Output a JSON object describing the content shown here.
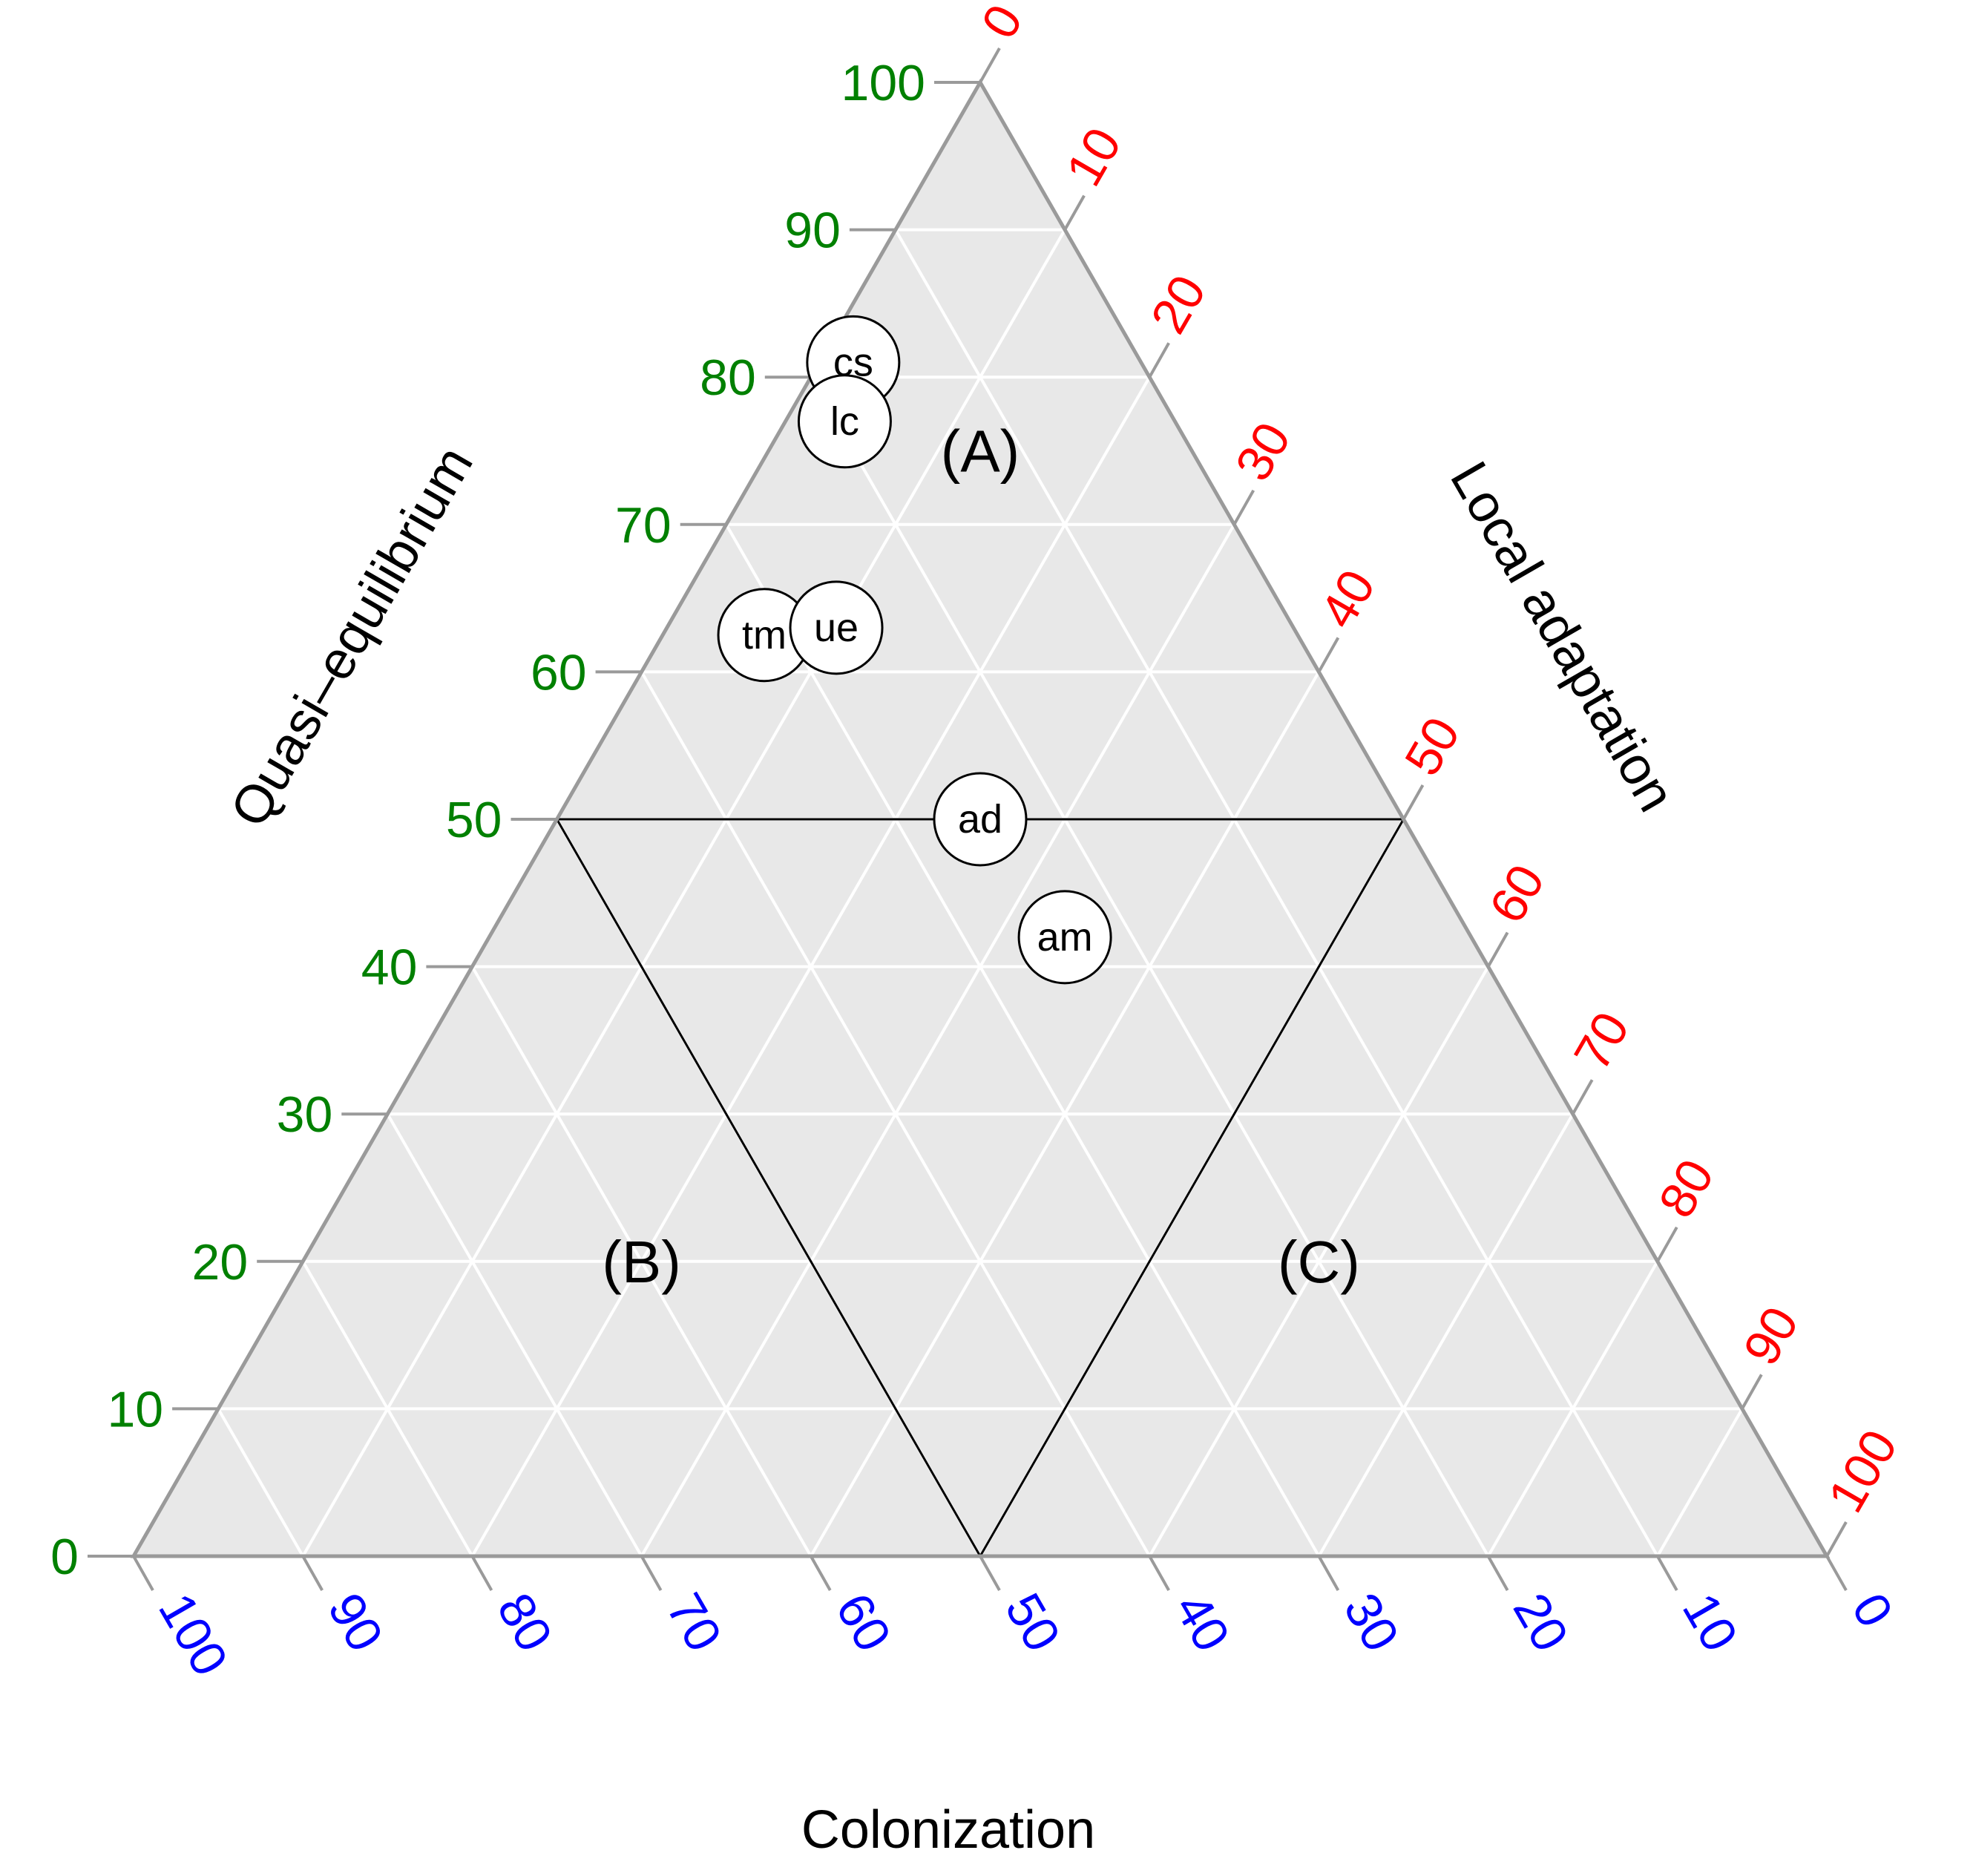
{
  "chart_data": {
    "type": "ternary-scatter",
    "axes": {
      "left": {
        "title": "Quasi–equilibrium",
        "color": "#008000",
        "ticks": [
          0,
          10,
          20,
          30,
          40,
          50,
          60,
          70,
          80,
          90,
          100
        ]
      },
      "right": {
        "title": "Local adaptation",
        "color": "#ff0000",
        "ticks": [
          0,
          10,
          20,
          30,
          40,
          50,
          60,
          70,
          80,
          90,
          100
        ]
      },
      "bottom": {
        "title": "Colonization",
        "color": "#0000ff",
        "ticks": [
          100,
          90,
          80,
          70,
          60,
          50,
          40,
          30,
          20,
          10,
          0
        ]
      }
    },
    "grid": true,
    "grid_step": 10,
    "fill_color": "#e8e8e8",
    "regions": [
      {
        "label": "(A)",
        "qe": 75,
        "la": 12.5
      },
      {
        "label": "(B)",
        "qe": 20,
        "la": 20
      },
      {
        "label": "(C)",
        "qe": 20,
        "la": 60
      }
    ],
    "region_lines": [
      {
        "from": {
          "qe": 50,
          "la": 0
        },
        "to": {
          "qe": 50,
          "la": 50
        }
      },
      {
        "from": {
          "qe": 50,
          "la": 0
        },
        "to": {
          "qe": 0,
          "la": 50
        }
      },
      {
        "from": {
          "qe": 0,
          "la": 50
        },
        "to": {
          "qe": 50,
          "la": 50
        }
      }
    ],
    "points": [
      {
        "label": "cs",
        "qe": 81,
        "la": 2
      },
      {
        "label": "lc",
        "qe": 77,
        "la": 3.5
      },
      {
        "label": "tm",
        "qe": 62.5,
        "la": 6
      },
      {
        "label": "ue",
        "qe": 63,
        "la": 10
      },
      {
        "label": "ad",
        "qe": 50,
        "la": 25
      },
      {
        "label": "am",
        "qe": 42,
        "la": 34
      }
    ]
  }
}
